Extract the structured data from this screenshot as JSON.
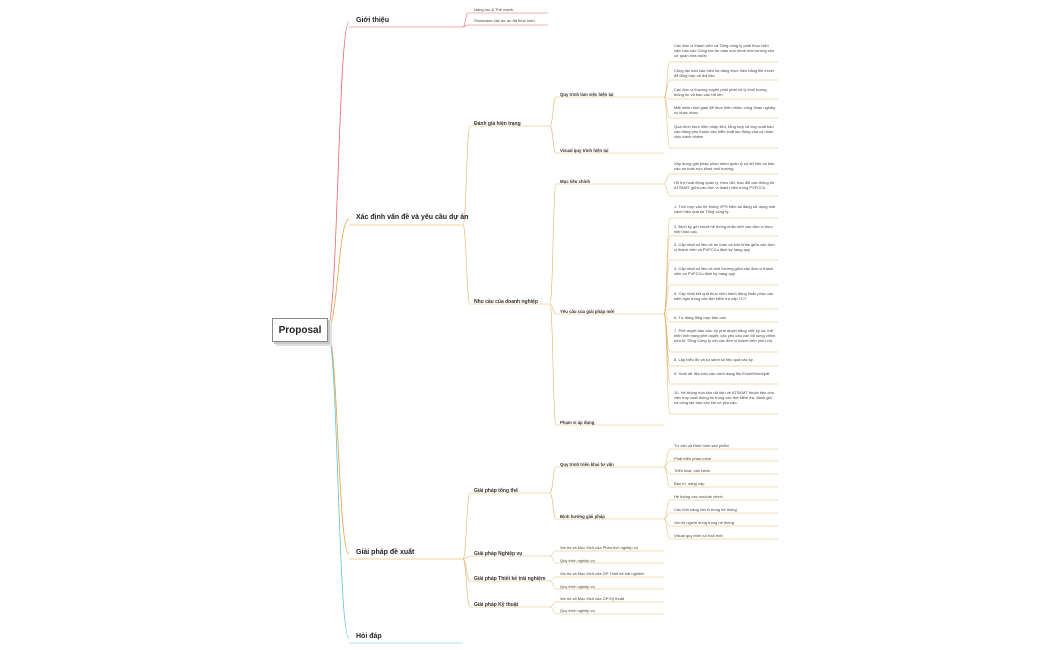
{
  "root": "Proposal",
  "colors": {
    "red": "#e8666a",
    "orange": "#e8a040",
    "teal": "#5fc5c5",
    "line": "#e3b36a"
  },
  "sections": {
    "intro": {
      "label": "Giới thiệu",
      "items": [
        "Năng lực & Thế mạnh",
        "Showcase các dự án đã thực hiện"
      ]
    },
    "problem": {
      "label": "Xác định vấn đề và yêu cầu dự án",
      "current": {
        "label": "Đánh giá hiện trạng",
        "process": {
          "label": "Quy trình làm việc hiện tại",
          "items": [
            "Các đơn vị thành viên và Tổng công ty phải thực hiện việc báo cáo Công tác An toàn sức khoẻ môi trường cho cơ quan nhà nước",
            "Công tác báo cáo hiện tại đang thực hiện bằng file excel để tổng hợp và đối liệu.",
            "Các đơn vị thường xuyên phải phải xử lý khối lượng thông tin và báo cáo rất lớn",
            "Mất nhiều thời gian để thực hiện nhiều công đoạn nghiệp vụ khác nhau",
            "Quá trình thực hiện nhập liệu, tổng hợp và truy xuất báo cáo đang phụ thuộc vào hiểu xuất lao động của cá nhân chịu trách nhiệm"
          ]
        },
        "visual": "Visual quy trình hiện tại"
      },
      "needs": {
        "label": "Nhu cầu của doanh nghiệp",
        "goal": {
          "label": "Mục tiêu chính",
          "items": [
            "Xây dựng giải pháp phần mềm quản lý số dữ liệu và báo cáo an toàn sức khoẻ môi trường",
            "Hỗ trợ hoạt động quản lý, theo dõi, trao đổi các thông tin ATSKMT giữa các đơn vị thành viên trong PVFCCo"
          ]
        },
        "req": {
          "label": "Yêu cầu của giải pháp mới",
          "items": [
            "1.    Tích hợp vào hệ thống VPS hiện tại đang sử dụng một cách hiệu quả tại Tổng công ty.",
            "2.    Định kỳ gửi email hệ thống nhắc nhở các đơn vị thực hiện báo cáo.",
            "3.    Cập nhật số liệu về an toàn và sức khỏe giữa các đơn vị thành viên và PVFCCo định kỳ hàng quý",
            "4.    Cập nhật số liệu về môi trường giữa các đơn vị thành viên và PVFCCo định kỳ hàng quý.",
            "5.    Cập nhật kết quả thực hiện hành động khắc phục các kiến nghị trong các đợt kiểm tra cấp TCT",
            "6.    Tự động tổng hợp báo cáo.",
            "7.    Phê duyệt báo cáo: ký phê duyệt bằng chữ ký số, thể hiện tình trạng phê duyệt, các yêu cầu cần bổ sung chỉnh sửa từ Tổng Công ty với các đơn vị thành viên (nếu có).",
            "8.    Lập biểu đồ và so sánh số liệu qua các kỳ.",
            "9.    Xuất dữ liệu báo cáo dưới dạng file Excel/Word/pdf.",
            "10.  Hệ thống hóa kho dữ liệu về ATSKMT thuận tiện cho việc truy xuất thông tin trong các đợt kiểm tra, đánh giá và công tác báo cáo khi có yêu cầu."
          ]
        },
        "scope": "Phạm vi áp dụng"
      }
    },
    "solution": {
      "label": "Giải pháp đề xuất",
      "overall": {
        "label": "Giải pháp tổng thể",
        "deploy": {
          "label": "Quy trình triển khai tư vấn",
          "items": [
            "Tư vấn và Định hình sản phẩm",
            "Phát triển phần mềm",
            "Triển khai, vận hành",
            "Bảo trì, nâng cấp"
          ]
        },
        "direction": {
          "label": "Định hướng giải pháp",
          "items": [
            "Hệ thống các module chính",
            "Các tính năng chính trong hệ thống",
            "Vai trò người dùng trong hệ thống",
            "Visual quy trình số hoá mới"
          ]
        }
      },
      "business": {
        "label": "Giải pháp Nghiệp vụ",
        "items": [
          "Vai trò và Mục đích của Phân tích nghiệp vụ",
          "Quy trình nghiệp vụ"
        ]
      },
      "ux": {
        "label": "Giải pháp Thiết kế trải nghiệm",
        "items": [
          "Vai trò và Mục đích của GP Thiết kế trải nghiệm",
          "Quy trình nghiệp vụ"
        ]
      },
      "tech": {
        "label": "Giải pháp Kỹ thuật",
        "items": [
          "Vai trò và Mục đích của GP Kỹ thuật",
          "Quy trình nghiệp vụ"
        ]
      }
    },
    "qa": {
      "label": "Hỏi đáp"
    }
  }
}
